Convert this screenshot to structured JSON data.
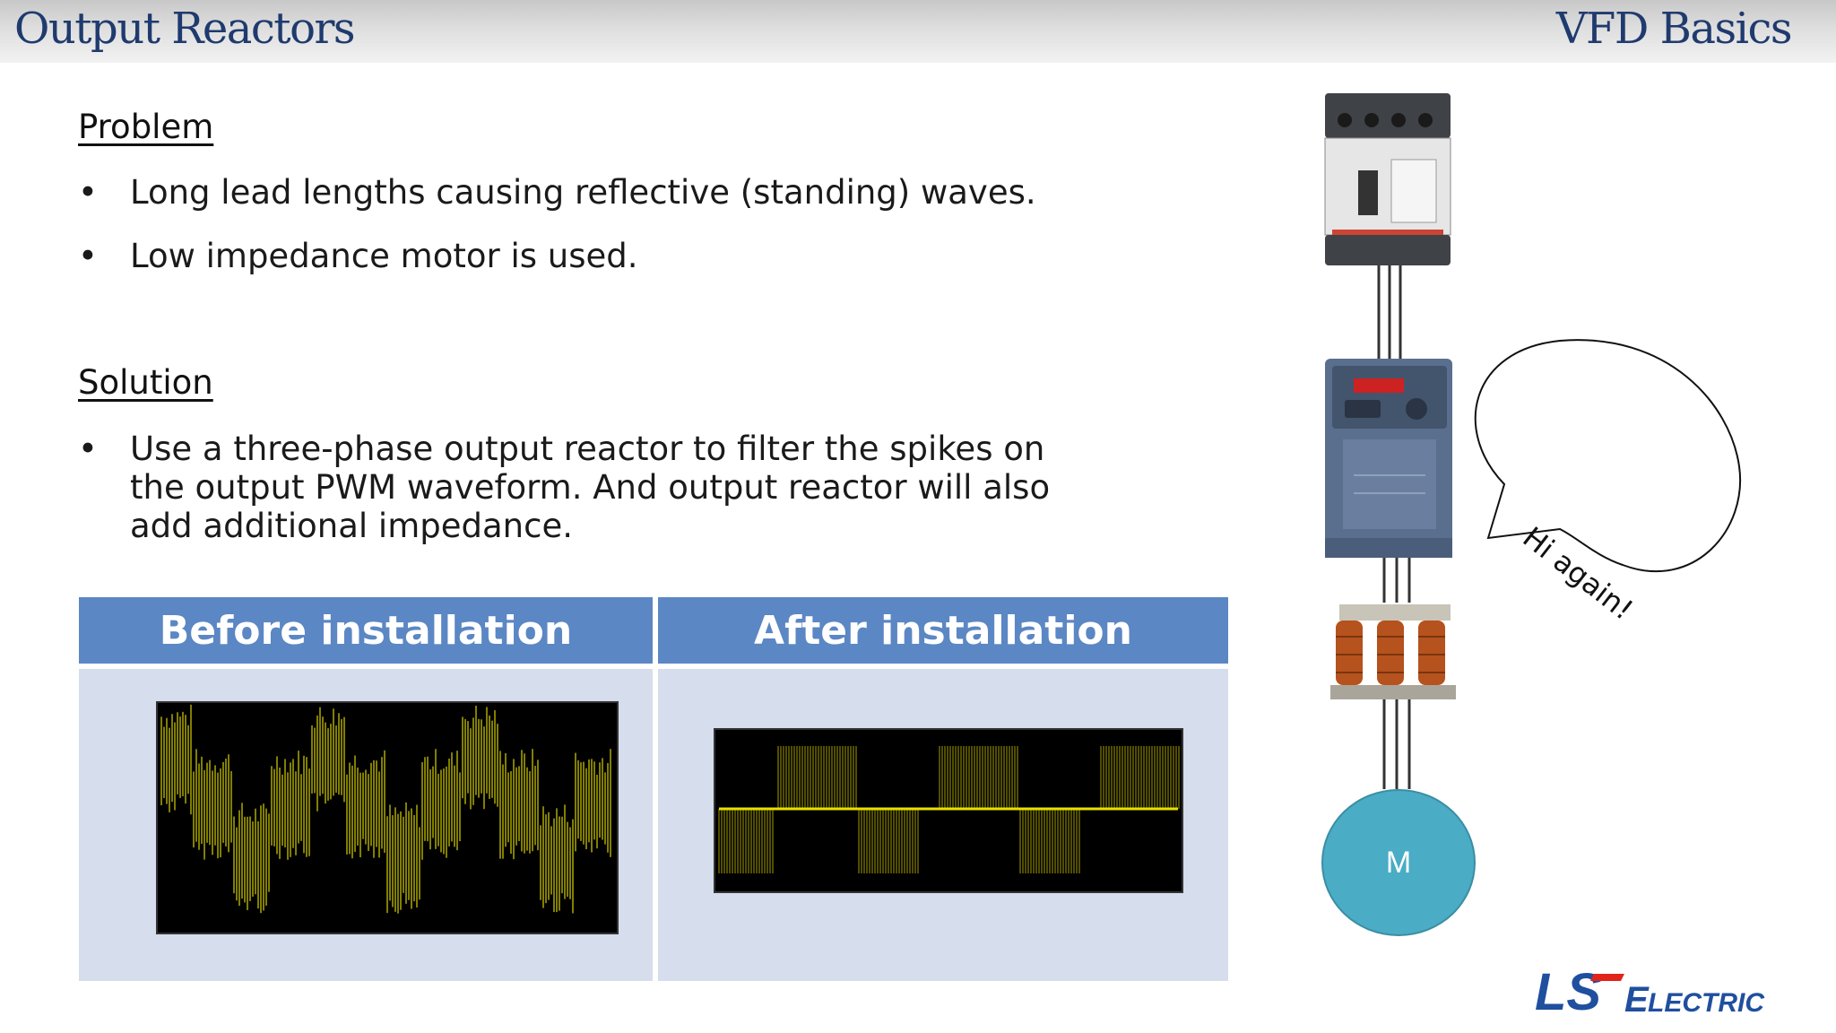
{
  "header": {
    "title": "Output Reactors",
    "section": "VFD Basics"
  },
  "problem": {
    "heading": "Problem",
    "bullets": [
      "Long lead lengths causing reflective (standing) waves.",
      "Low impedance motor is used."
    ]
  },
  "solution": {
    "heading": "Solution",
    "bullets": [
      "Use a three-phase output reactor to filter the spikes on the output PWM waveform. And output reactor will also add additional impedance."
    ]
  },
  "comparison": {
    "before_label": "Before installation",
    "after_label": "After installation"
  },
  "diagram": {
    "motor_label": "M",
    "speech_bubble": "Hi again!"
  },
  "logo": {
    "text": "LS ELECTRIC"
  },
  "colors": {
    "title": "#1f3a6e",
    "table_header": "#5b87c4",
    "table_body": "#d6ddec",
    "waveform": "#e8e000",
    "motor": "#4aacc5",
    "logo_blue": "#1f4f9e"
  }
}
